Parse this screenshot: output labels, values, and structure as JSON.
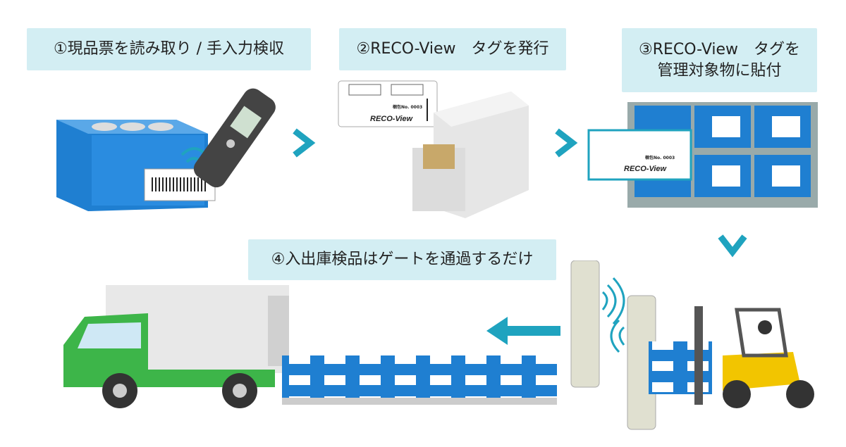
{
  "steps": [
    {
      "label": "①現品票を読み取り / 手入力検収"
    },
    {
      "label": "②RECO-View　タグを発行"
    },
    {
      "label_line1": "③RECO-View　タグを",
      "label_line2": "管理対象物に貼付"
    },
    {
      "label": "④入出庫検品はゲートを通過するだけ"
    }
  ],
  "tag": {
    "brand": "RECO-View",
    "number": "梱包No. 0003"
  },
  "colors": {
    "label_bg": "#d3eef3",
    "arrow": "#1fa3bf",
    "container_blue": "#1f7fd1",
    "truck_green": "#3db549"
  },
  "icons": [
    "handheld-scanner-icon",
    "barcode-icon",
    "rfid-waves-icon",
    "tag-printer-icon",
    "rfid-gate-icon",
    "forklift-icon",
    "truck-icon",
    "arrow-right-icon",
    "arrow-down-icon",
    "arrow-left-icon"
  ]
}
